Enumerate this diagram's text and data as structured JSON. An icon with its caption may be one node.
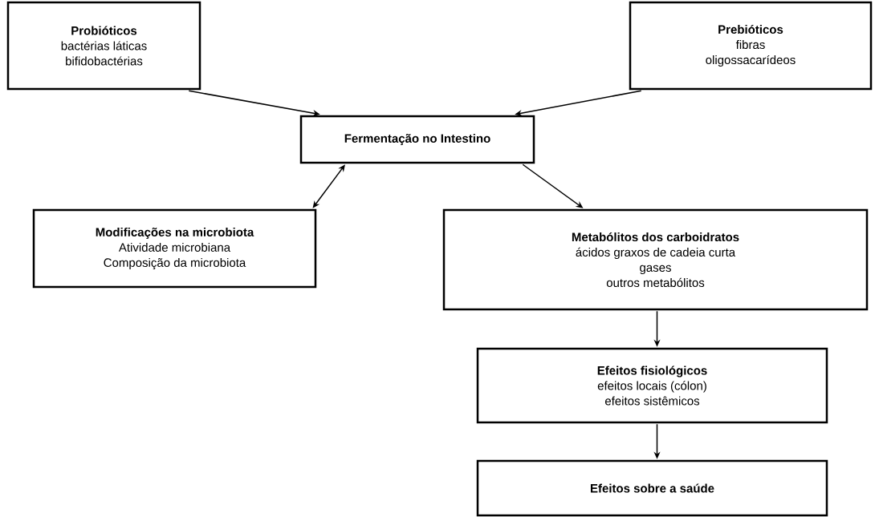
{
  "diagram": {
    "nodes": [
      {
        "text": [
          "Probióticos",
          "bactérias láticas",
          "bifidobactérias"
        ]
      },
      {
        "text": [
          "Prebióticos",
          "fibras",
          "oligossacarídeos"
        ]
      },
      {
        "text": [
          "Fermentação no Intestino"
        ]
      },
      {
        "text": [
          "Modificações na microbiota",
          "Atividade microbiana",
          "Composição da microbiota"
        ]
      },
      {
        "text": [
          "Metabólitos dos carboidratos",
          "ácidos graxos de cadeia curta",
          "gases",
          "outros metabólitos"
        ]
      },
      {
        "text": [
          "Efeitos fisiológicos",
          "efeitos locais (cólon)",
          "efeitos sistêmicos"
        ]
      },
      {
        "text": [
          "Efeitos sobre a saúde"
        ]
      }
    ],
    "edges": [
      {
        "from": 0,
        "to": 2,
        "arrow": "to"
      },
      {
        "from": 1,
        "to": 2,
        "arrow": "to"
      },
      {
        "from": 2,
        "to": 3,
        "arrow": "both"
      },
      {
        "from": 2,
        "to": 4,
        "arrow": "to"
      },
      {
        "from": 4,
        "to": 5,
        "arrow": "to"
      },
      {
        "from": 5,
        "to": 6,
        "arrow": "to"
      }
    ]
  }
}
